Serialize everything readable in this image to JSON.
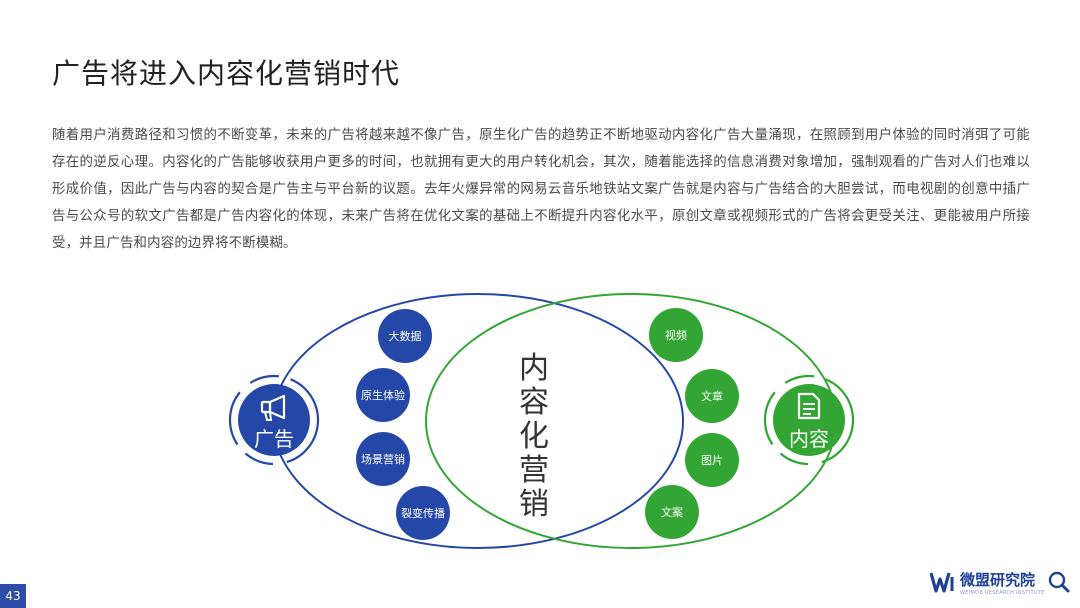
{
  "title": "广告将进入内容化营销时代",
  "body": "随着用户消费路径和习惯的不断变革，未来的广告将越来越不像广告，原生化广告的趋势正不断地驱动内容化广告大量涌现，在照顾到用户体验的同时消弭了可能存在的逆反心理。内容化的广告能够收获用户更多的时间，也就拥有更大的用户转化机会，其次，随着能选择的信息消费对象增加，强制观看的广告对人们也难以形成价值，因此广告与内容的契合是广告主与平台新的议题。去年火爆异常的网易云音乐地铁站文案广告就是内容与广告结合的大胆尝试，而电视剧的创意中插广告与公众号的软文广告都是广告内容化的体现，未来广告将在优化文案的基础上不断提升内容化水平，原创文章或视频形式的广告将会更受关注、更能被用户所接受，并且广告和内容的边界将不断模糊。",
  "diagram": {
    "left_hub": {
      "label": "广告",
      "icon": "megaphone-icon"
    },
    "right_hub": {
      "label": "内容",
      "icon": "document-icon"
    },
    "center_label": [
      "内",
      "容",
      "化",
      "营",
      "销"
    ],
    "left_items": [
      "大数据",
      "原生体验",
      "场景营销",
      "裂变传播"
    ],
    "right_items": [
      "视频",
      "文章",
      "图片",
      "文案"
    ],
    "colors": {
      "blue": "#2547a8",
      "green": "#33a534",
      "blue_ring": "#2c4da8",
      "green_ring": "#3aa83b"
    }
  },
  "footer": {
    "page_number": "43",
    "brand_name": "微盟研究院",
    "brand_sub": "WEIMOB RESEARCH INSTITUTE"
  }
}
